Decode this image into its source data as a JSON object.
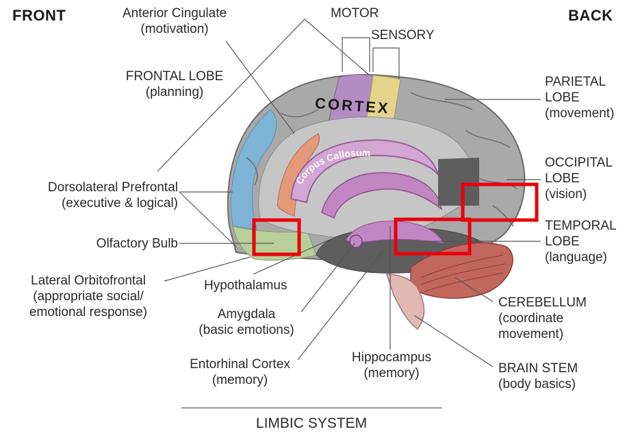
{
  "headers": {
    "front": "FRONT",
    "back": "BACK"
  },
  "labels": {
    "anterior_cingulate": [
      "Anterior Cingulate",
      "(motivation)"
    ],
    "motor": "MOTOR",
    "sensory": "SENSORY",
    "frontal_lobe": [
      "FRONTAL LOBE",
      "(planning)"
    ],
    "parietal_lobe": [
      "PARIETAL",
      "LOBE",
      "(movement)"
    ],
    "occipital_lobe": [
      "OCCIPITAL",
      "LOBE",
      "(vision)"
    ],
    "temporal_lobe": [
      "TEMPORAL",
      "LOBE",
      "(language)"
    ],
    "dorsolateral_prefrontal": [
      "Dorsolateral Prefrontal",
      "(executive & logical)"
    ],
    "olfactory_bulb": "Olfactory Bulb",
    "lateral_orbitofrontal": [
      "Lateral Orbitofrontal",
      "(appropriate social/",
      "emotional response)"
    ],
    "hypothalamus": "Hypothalamus",
    "amygdala": [
      "Amygdala",
      "(basic emotions)"
    ],
    "entorhinal_cortex": [
      "Entorhinal Cortex",
      "(memory)"
    ],
    "hippocampus": [
      "Hippocampus",
      "(memory)"
    ],
    "cerebellum": [
      "CEREBELLUM",
      "(coordinate",
      "movement)"
    ],
    "brain_stem": [
      "BRAIN STEM",
      "(body basics)"
    ],
    "limbic_system": "LIMBIC SYSTEM",
    "cortex": "CORTEX",
    "corpus_callosum": "Corpus Callosum"
  },
  "colors": {
    "highlight": "#e8000b",
    "frontal_blue": "#7eb4d6",
    "motor_purple": "#b48cc4",
    "sensory_yellow": "#e4d38a",
    "orbitofrontal_green": "#b8cf9a",
    "cingulate_orange": "#e49a78",
    "limbic_purple": "#c286c2",
    "cerebellum_red": "#c2675e",
    "brainstem_pink": "#e2b8b2",
    "cortex_gray": "#a8a8a8",
    "dark_gray": "#5e5e5e"
  }
}
